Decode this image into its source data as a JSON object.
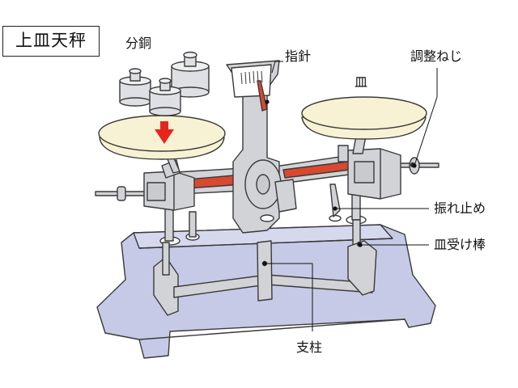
{
  "title": "上皿天秤",
  "labels": {
    "weights": "分銅",
    "pointer": "指針",
    "adjust_screw": "調整ねじ",
    "pan": "皿",
    "swing_stopper": "振れ止め",
    "pan_support": "皿受け棒",
    "pillar": "支柱"
  },
  "colors": {
    "base": "#c6cae6",
    "metal": "#d2d3d6",
    "beam_red": "#d8492f",
    "pan": "#f7f2d3",
    "arrow": "#e8251d",
    "outline": "#3a3a3a"
  },
  "icons": {
    "arrow": "down-arrow-icon"
  }
}
